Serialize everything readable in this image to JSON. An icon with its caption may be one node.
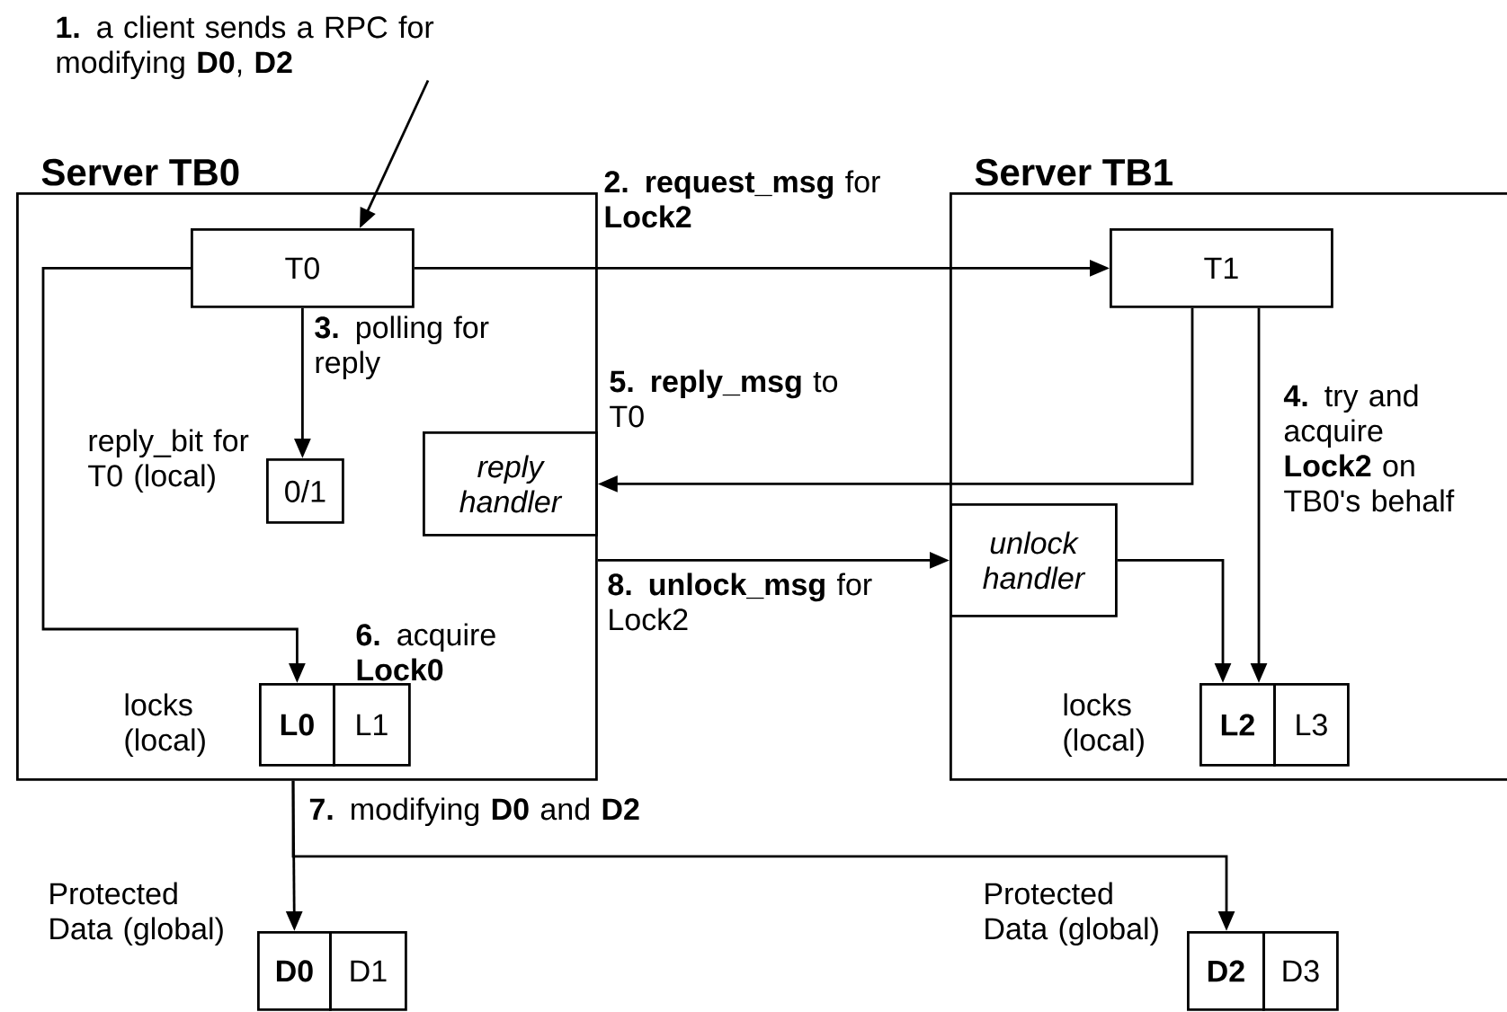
{
  "diagram": {
    "nodes": [
      {
        "text": [
          "Server TB0"
        ]
      },
      {
        "text": [
          "Server TB1"
        ]
      },
      {
        "text": [
          "T0"
        ],
        "in": 0
      },
      {
        "text": [
          "T1"
        ],
        "in": 1
      },
      {
        "text": [
          "0/1"
        ],
        "in": 0,
        "beside": [
          "reply_bit for T0 (local)"
        ]
      },
      {
        "text": [
          "reply handler"
        ],
        "in": 0
      },
      {
        "text": [
          "unlock handler"
        ],
        "in": 1
      },
      {
        "text": [
          "L0"
        ],
        "in": 0,
        "beside": [
          "locks (local)"
        ]
      },
      {
        "text": [
          "L1"
        ],
        "in": 0
      },
      {
        "text": [
          "L2"
        ],
        "in": 1,
        "beside": [
          "locks (local)"
        ]
      },
      {
        "text": [
          "L3"
        ],
        "in": 1
      },
      {
        "text": [
          "D0"
        ],
        "beside": [
          "Protected Data (global)"
        ]
      },
      {
        "text": [
          "D1"
        ]
      },
      {
        "text": [
          "D2"
        ],
        "beside": [
          "Protected Data (global)"
        ]
      },
      {
        "text": [
          "D3"
        ]
      },
      {
        "text": [
          "**1.** a client sends a RPC for modifying **D0**, **D2**"
        ]
      }
    ],
    "edges": [
      {
        "from": 15,
        "to": 2,
        "arrow": "to"
      },
      {
        "from": 2,
        "to": 3,
        "arrow": "to",
        "label": "**2.** **request_msg** for **Lock2**"
      },
      {
        "from": 2,
        "to": 4,
        "arrow": "to",
        "label": "**3.** polling for reply"
      },
      {
        "from": 3,
        "to": 9,
        "arrow": "to",
        "label": "**4.** try and acquire **Lock2** on TB0's behalf"
      },
      {
        "from": 3,
        "to": 5,
        "arrow": "to",
        "label": "**5.** **reply_msg** to T0"
      },
      {
        "from": 2,
        "to": 7,
        "arrow": "to",
        "label": "**6.** acquire **Lock0**"
      },
      {
        "from": 0,
        "to": 6,
        "arrow": "to",
        "label": "**8.** **unlock_msg** for Lock2"
      },
      {
        "from": 6,
        "to": 9,
        "arrow": "to"
      },
      {
        "from": 0,
        "to": 11,
        "arrow": "to",
        "label": "**7.** modifying **D0** and **D2**"
      },
      {
        "from": 0,
        "to": 13,
        "arrow": "to"
      }
    ]
  }
}
